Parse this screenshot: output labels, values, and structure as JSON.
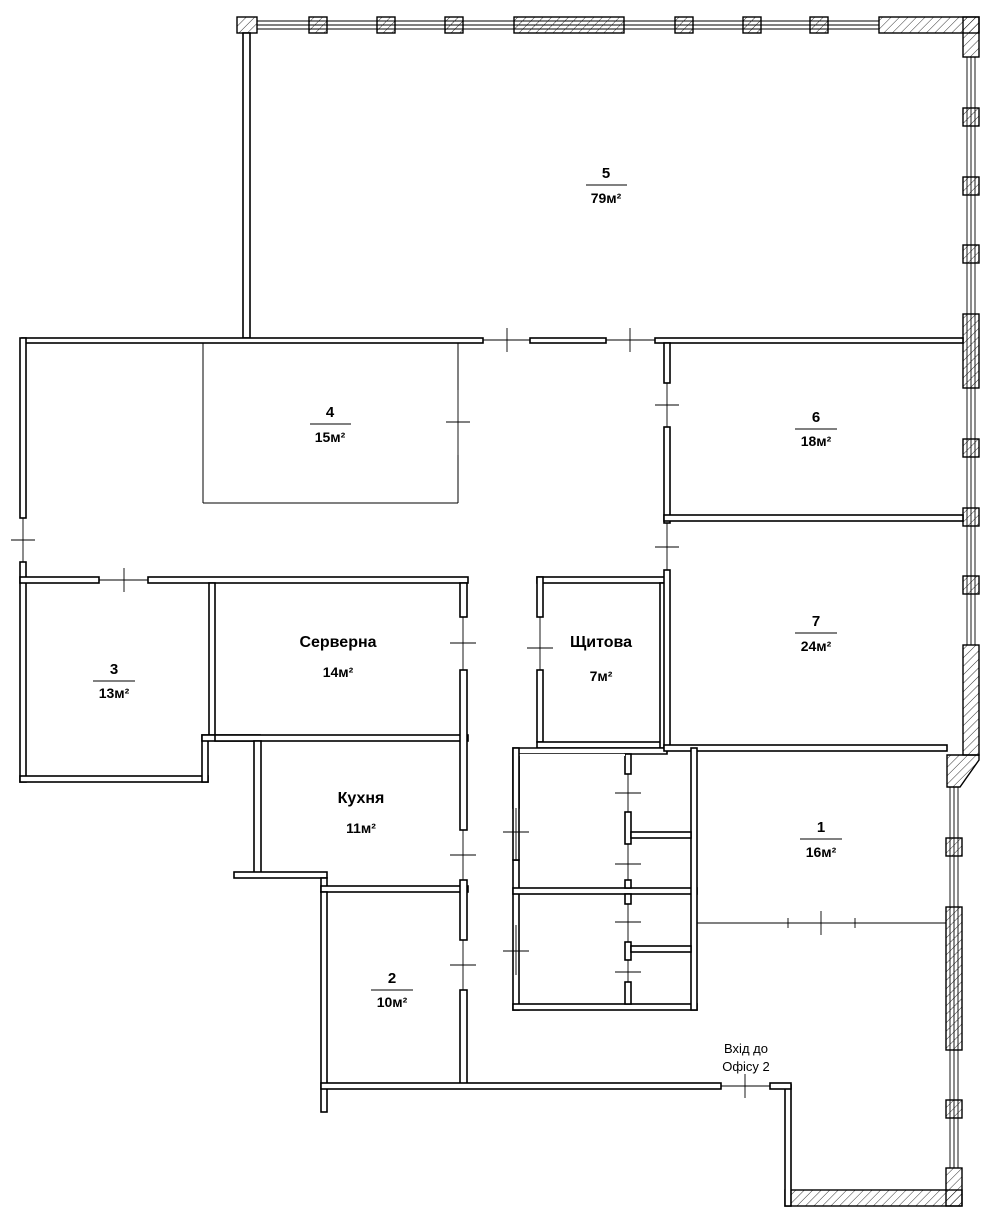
{
  "rooms": {
    "r5": {
      "num": "5",
      "area": "79м²"
    },
    "r4": {
      "num": "4",
      "area": "15м²"
    },
    "r6": {
      "num": "6",
      "area": "18м²"
    },
    "r7": {
      "num": "7",
      "area": "24м²"
    },
    "r3": {
      "num": "3",
      "area": "13м²"
    },
    "server": {
      "name": "Серверна",
      "area": "14м²"
    },
    "panel": {
      "name": "Щитова",
      "area": "7м²"
    },
    "kitchen": {
      "name": "Кухня",
      "area": "11м²"
    },
    "r1": {
      "num": "1",
      "area": "16м²"
    },
    "r2": {
      "num": "2",
      "area": "10м²"
    }
  },
  "entrance": {
    "line1": "Вхід до",
    "line2": "Офісу 2"
  }
}
